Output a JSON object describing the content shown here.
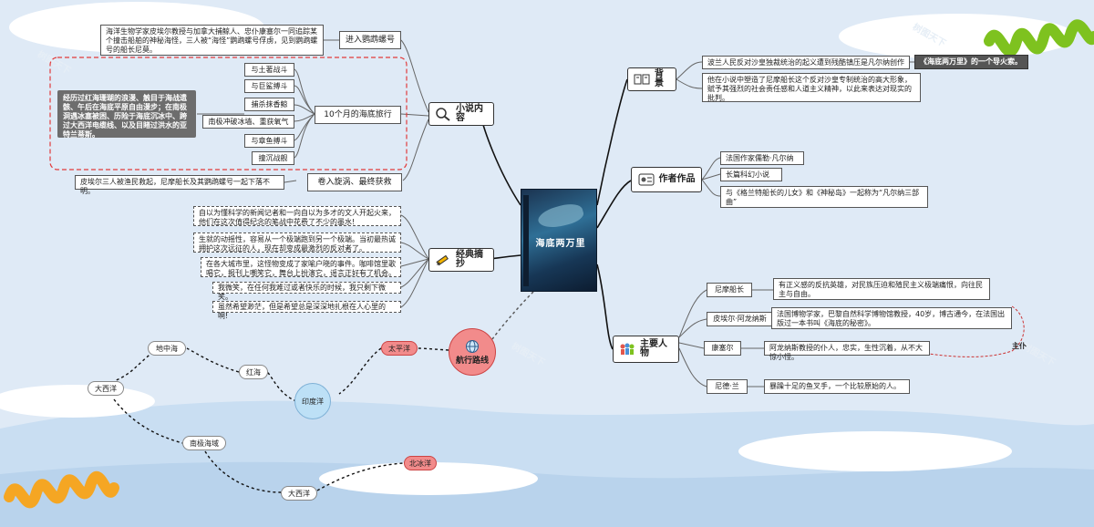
{
  "center": {
    "title": "海底两万里",
    "image": "book-cover"
  },
  "topics": {
    "novel": {
      "label": "小说内容",
      "icon": "magnifier-icon"
    },
    "background": {
      "label": "背景",
      "icon": "book-icon"
    },
    "author": {
      "label": "作者作品",
      "icon": "id-card-icon"
    },
    "excerpts": {
      "label": "经典摘抄",
      "icon": "pencil-icon"
    },
    "characters": {
      "label": "主要人物",
      "icon": "people-icon"
    },
    "route": {
      "label": "航行路线",
      "icon": "globe-icon"
    }
  },
  "novel": {
    "enter": {
      "label": "进入鹦鹉螺号",
      "note": "海洋生物学家皮埃尔教授与加拿大捕鲸人、忠仆康塞尔一同追踪某个撞击船舶的神秘海怪，三人被“海怪”鹦鹉螺号俘虏，见到鹦鹉螺号的船长尼莫。"
    },
    "voyage": {
      "label": "10个月的海底旅行",
      "note": "经历过红海珊瑚的浪漫、触目于海战遗骸、午后在海底平原自由漫步；在南极洞遇冰塞被困、历险于海底沉冰中、跨过大西洋电缆线、以及目睹过洪水的亚特兰蒂斯。",
      "items": [
        "与土著战斗",
        "与巨鲨搏斗",
        "捕杀抹香鲸",
        "南极冲破冰墙、重获氧气",
        "与章鱼搏斗",
        "撞沉战舰"
      ]
    },
    "end": {
      "label": "卷入旋涡、最终获救",
      "note": "皮埃尔三人被渔民救起，尼摩船长及其鹦鹉螺号一起下落不明。"
    }
  },
  "background": {
    "items": [
      "波兰人民反对沙皇独裁统治的起义遭到残酷镇压是凡尔纳创作",
      "他在小说中塑造了尼摩船长这个反对沙皇专制统治的高大形象，赋予其强烈的社会责任感和人道主义精神，以此来表达对现实的批判。"
    ],
    "tag": "《海底两万里》的一个导火索。"
  },
  "author": {
    "items": [
      "法国作家儒勒·凡尔纳",
      "长篇科幻小说",
      "与《格兰特船长的儿女》和《神秘岛》一起称为“凡尔纳三部曲”"
    ]
  },
  "excerpts": {
    "items": [
      "自以为懂科学的新闻记者和一向自以为多才的文人开起火来，他们在这次值得纪念的笔战中花费了不少的墨水!",
      "生就的动摇性，容易从一个极端跑到另一个极端。当初最热诚拥护这次远征的人，现在却变成最激烈的反对者了。",
      "在各大城市里，这怪物变成了家喻户晓的事件。咖啡馆里歌唱它，报刊上嘲笑它，舞台上扮演它，谣言正好有了机会。",
      "我微笑，在任何我难过或者快乐的时候，我只剩下微笑。",
      "虽然希望渺茫，但是希望总是深深地扎根在人心里的啊!"
    ]
  },
  "characters": {
    "items": [
      {
        "name": "尼摩船长",
        "desc": "有正义感的反抗英雄，对民族压迫和殖民主义极端痛恨，向往民主与自由。"
      },
      {
        "name": "皮埃尔·阿龙纳斯",
        "desc": "法国博物学家，巴黎自然科学博物馆教授，40岁，博古通今，在法国出版过一本书叫《海底的秘密》。"
      },
      {
        "name": "康塞尔",
        "desc": "阿龙纳斯教授的仆人，忠实，生性沉着，从不大惊小怪。"
      },
      {
        "name": "尼德·兰",
        "desc": "暴躁十足的鱼叉手，一个比较原始的人。"
      }
    ],
    "relation": "主仆"
  },
  "route": {
    "stops": [
      "太平洋",
      "印度洋",
      "红海",
      "地中海",
      "大西洋",
      "南极海域",
      "大西洋",
      "北冰洋"
    ]
  },
  "watermark": "树图天下",
  "colors": {
    "frame": "#e23b3b",
    "route_red": "#f28b8b",
    "route_blue": "#bde0f6",
    "dark_note": "#6d6d6d"
  }
}
